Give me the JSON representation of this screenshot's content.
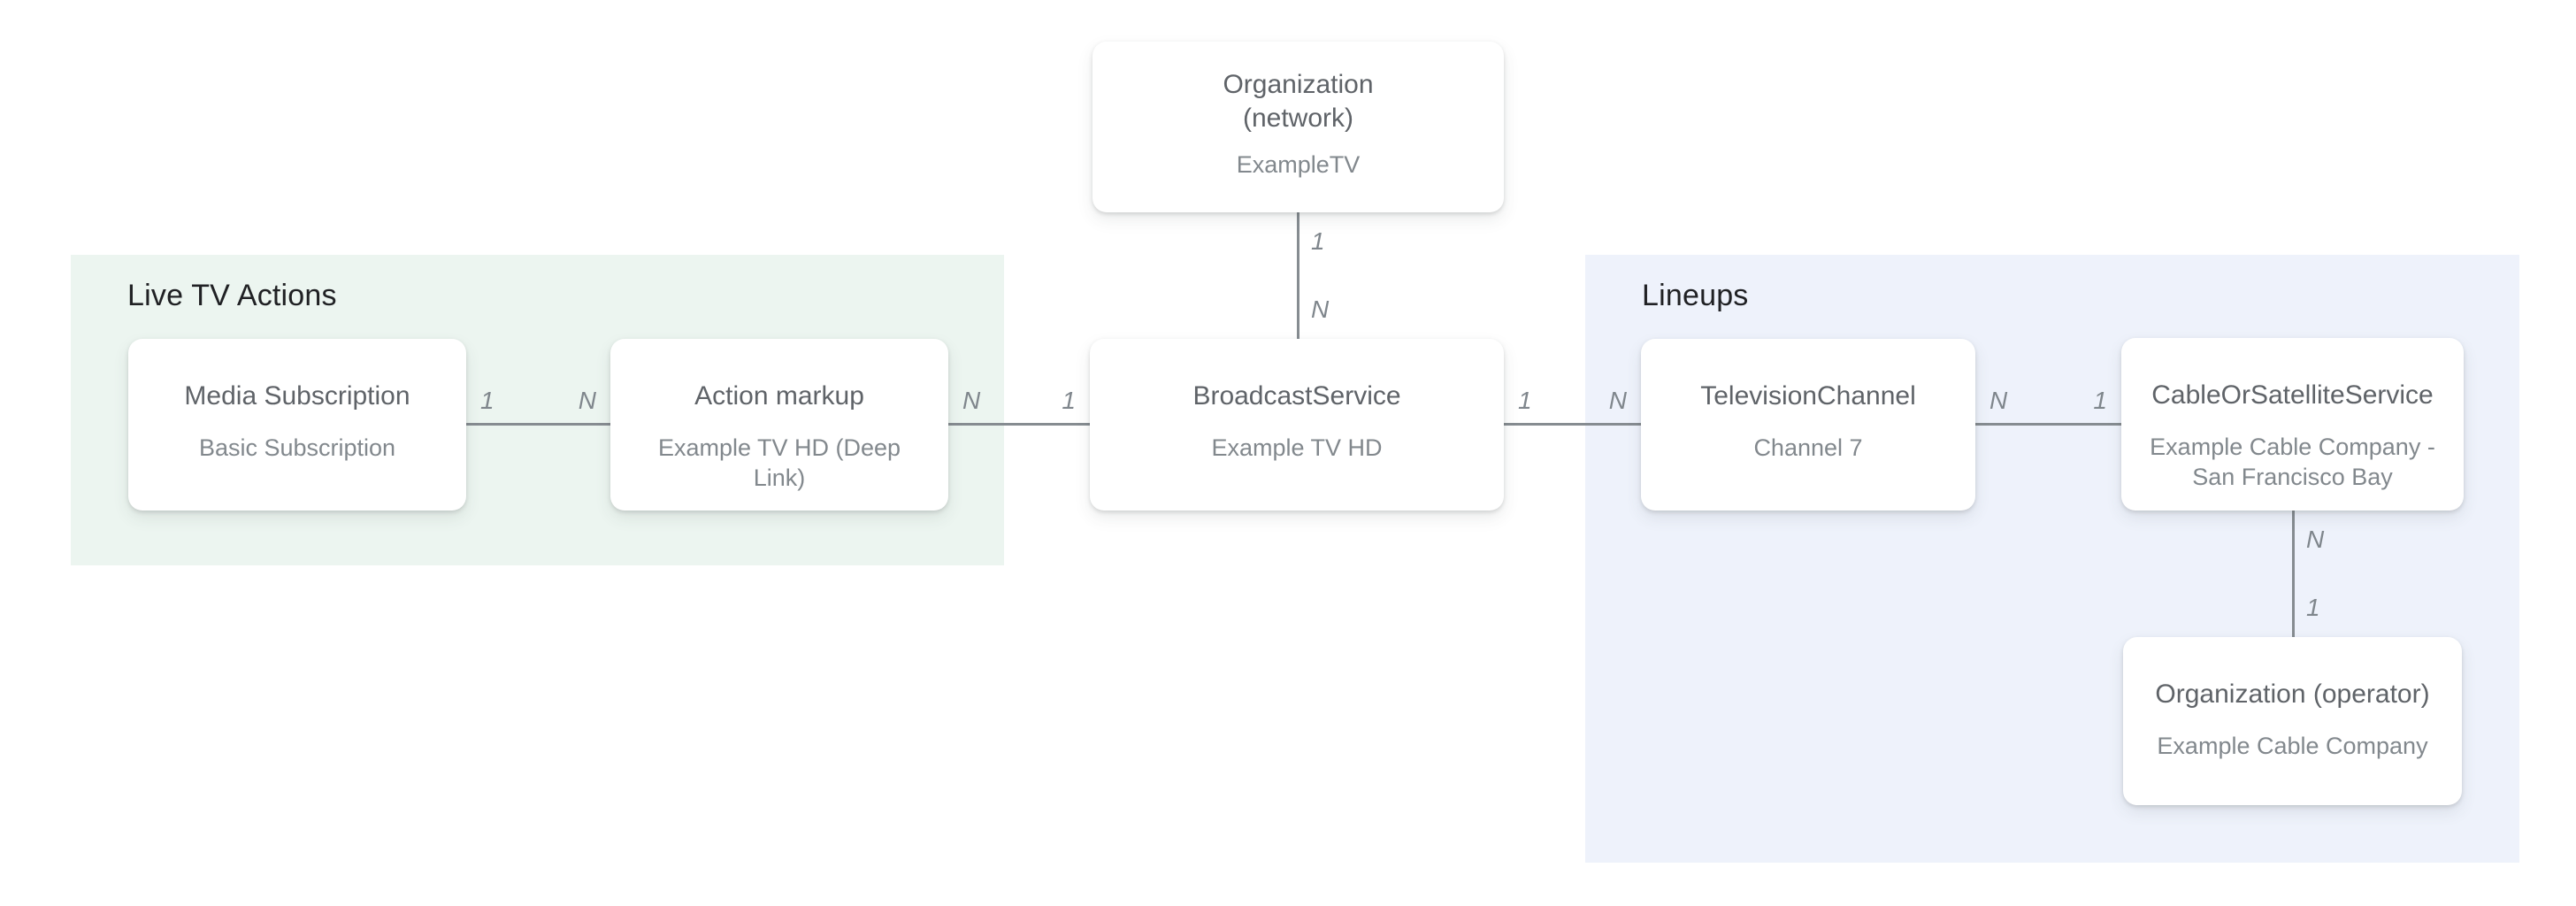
{
  "diagram": {
    "groups": [
      {
        "id": "live-tv-actions",
        "title": "Live TV Actions"
      },
      {
        "id": "lineups",
        "title": "Lineups"
      }
    ],
    "nodes": [
      {
        "id": "organization-network",
        "title": "Organization (network)",
        "title_line1": "Organization",
        "title_line2": "(network)",
        "subtitle": "ExampleTV"
      },
      {
        "id": "media-subscription",
        "title": "Media Subscription",
        "subtitle": "Basic Subscription"
      },
      {
        "id": "action-markup",
        "title": "Action markup",
        "subtitle": "Example TV HD (Deep Link)"
      },
      {
        "id": "broadcast-service",
        "title": "BroadcastService",
        "subtitle": "Example TV HD"
      },
      {
        "id": "television-channel",
        "title": "TelevisionChannel",
        "subtitle": "Channel 7"
      },
      {
        "id": "cable-or-satellite-service",
        "title": "CableOrSatelliteService",
        "subtitle": "Example Cable Company - San Francisco Bay"
      },
      {
        "id": "organization-operator",
        "title": "Organization (operator)",
        "subtitle": "Example Cable Company"
      }
    ],
    "connectors": [
      {
        "from": "media-subscription",
        "to": "action-markup",
        "from_label": "1",
        "to_label": "N",
        "orientation": "horizontal"
      },
      {
        "from": "action-markup",
        "to": "broadcast-service",
        "from_label": "N",
        "to_label": "1",
        "orientation": "horizontal"
      },
      {
        "from": "organization-network",
        "to": "broadcast-service",
        "from_label": "1",
        "to_label": "N",
        "orientation": "vertical"
      },
      {
        "from": "broadcast-service",
        "to": "television-channel",
        "from_label": "1",
        "to_label": "N",
        "orientation": "horizontal"
      },
      {
        "from": "television-channel",
        "to": "cable-or-satellite-service",
        "from_label": "N",
        "to_label": "1",
        "orientation": "horizontal"
      },
      {
        "from": "cable-or-satellite-service",
        "to": "organization-operator",
        "from_label": "N",
        "to_label": "1",
        "orientation": "vertical"
      }
    ],
    "colors": {
      "background": "#ffffff",
      "group_live_tv_actions_bg": "#ECF5F0",
      "group_lineups_bg": "#EEF2FB",
      "node_bg": "#ffffff",
      "node_title_text": "#5f6368",
      "node_subtitle_text": "#82888d",
      "group_title_text": "#202124",
      "connector_line": "#868c91",
      "cardinality_text": "#7f868c"
    }
  }
}
